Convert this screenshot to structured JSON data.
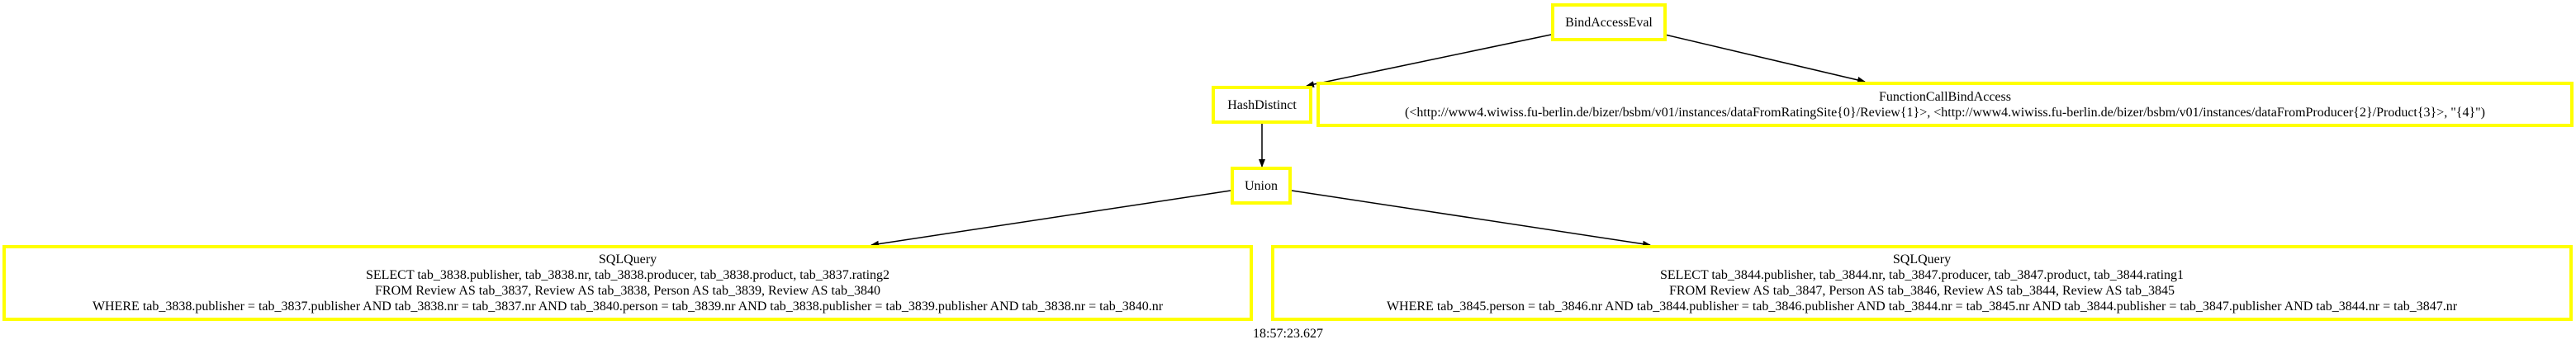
{
  "graph": {
    "nodes": {
      "bind_access_eval": {
        "lines": [
          "BindAccessEval"
        ]
      },
      "hash_distinct": {
        "lines": [
          "HashDistinct"
        ]
      },
      "function_call_bind_access": {
        "lines": [
          "FunctionCallBindAccess",
          "(<http://www4.wiwiss.fu-berlin.de/bizer/bsbm/v01/instances/dataFromRatingSite{0}/Review{1}>, <http://www4.wiwiss.fu-berlin.de/bizer/bsbm/v01/instances/dataFromProducer{2}/Product{3}>, \"{4}\")"
        ]
      },
      "union": {
        "lines": [
          "Union"
        ]
      },
      "sql_query_1": {
        "lines": [
          "SQLQuery",
          "SELECT tab_3838.publisher, tab_3838.nr, tab_3838.producer, tab_3838.product, tab_3837.rating2",
          "FROM Review AS tab_3837, Review AS tab_3838, Person AS tab_3839, Review AS tab_3840",
          "WHERE tab_3838.publisher = tab_3837.publisher AND tab_3838.nr = tab_3837.nr AND tab_3840.person = tab_3839.nr AND tab_3838.publisher = tab_3839.publisher AND tab_3838.nr = tab_3840.nr"
        ]
      },
      "sql_query_2": {
        "lines": [
          "SQLQuery",
          "SELECT tab_3844.publisher, tab_3844.nr, tab_3847.producer, tab_3847.product, tab_3844.rating1",
          "FROM Review AS tab_3847, Person AS tab_3846, Review AS tab_3844, Review AS tab_3845",
          "WHERE tab_3845.person = tab_3846.nr AND tab_3844.publisher = tab_3846.publisher AND tab_3844.nr = tab_3845.nr AND tab_3844.publisher = tab_3847.publisher AND tab_3844.nr = tab_3847.nr"
        ]
      }
    },
    "edges": [
      {
        "from": "bind_access_eval",
        "to": "hash_distinct"
      },
      {
        "from": "bind_access_eval",
        "to": "function_call_bind_access"
      },
      {
        "from": "hash_distinct",
        "to": "union"
      },
      {
        "from": "union",
        "to": "sql_query_1"
      },
      {
        "from": "union",
        "to": "sql_query_2"
      }
    ],
    "colors": {
      "node_border": "#ffff00",
      "edge": "#000000",
      "text": "#000000",
      "background": "#ffffff"
    }
  },
  "timestamp": "18:57:23.627"
}
